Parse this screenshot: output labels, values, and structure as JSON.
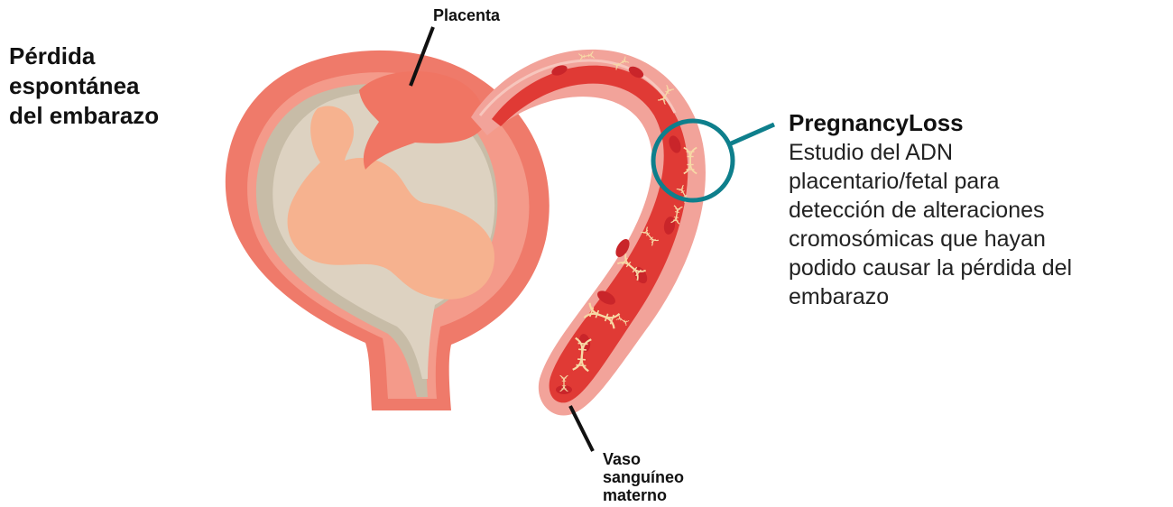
{
  "title_lines": [
    "Pérdida",
    "espontánea",
    "del embarazo"
  ],
  "placenta_label": "Placenta",
  "vessel_label_lines": [
    "Vaso",
    "sanguíneo",
    "materno"
  ],
  "callout": {
    "heading": "PregnancyLoss",
    "body_lines": [
      "Estudio del ADN",
      "placentario/fetal para",
      "detección de alteraciones",
      "cromosómicas que hayan",
      "podido causar la pérdida del",
      "embarazo"
    ]
  },
  "colors": {
    "uterus_wall": "#ef7a6a",
    "uterus_rim": "#f49a8a",
    "amniotic_cavity": "#ddd2c1",
    "cavity_shadow": "#c7bca7",
    "placenta": "#f07563",
    "fetus": "#f6b28f",
    "vessel_outer": "#f2a39a",
    "vessel_blood": "#e03a35",
    "blood_cell": "#c9252a",
    "dna": "#f7d9a6",
    "highlight_circle": "#0e7f8c",
    "text": "#111111"
  },
  "icons": {
    "dna_strands": "dna-icon",
    "blood_cells": "red-blood-cell-icon",
    "magnifier": "highlight-circle"
  }
}
